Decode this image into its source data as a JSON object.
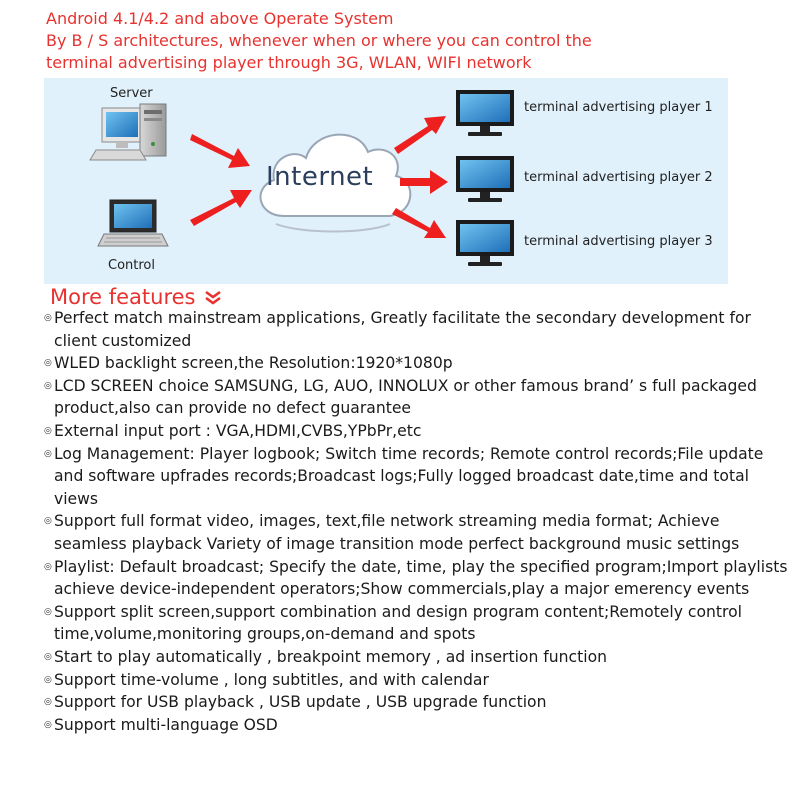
{
  "header": {
    "line1": "Android 4.1/4.2 and above Operate System",
    "line2": "By B / S architectures, whenever when or where you can control the",
    "line3": "terminal advertising player through 3G, WLAN, WIFI network"
  },
  "diagram": {
    "server_label": "Server",
    "control_label": "Control",
    "cloud_label": "Internet",
    "players": [
      "terminal advertising player 1",
      "terminal advertising player 2",
      "terminal advertising player 3"
    ],
    "colors": {
      "background": "#e0f1fb",
      "arrow": "#ee1f1f",
      "cloud_stroke": "#9aa6b6"
    }
  },
  "section_title": "More features",
  "bullet_symbol": "◎",
  "features": [
    "Perfect match mainstream applications, Greatly facilitate the secondary development for client customized",
    "WLED backlight screen,the Resolution:1920*1080p",
    "LCD SCREEN choice SAMSUNG, LG, AUO, INNOLUX or other famous brand’ s full packaged product,also can provide no defect guarantee",
    "External input port : VGA,HDMI,CVBS,YPbPr,etc",
    "Log Management: Player logbook; Switch time records; Remote control records;File update and software upfrades records;Broadcast logs;Fully logged broadcast date,time and total views",
    "Support full format video, images, text,file network streaming media format; Achieve seamless playback Variety of image transition mode perfect background music settings",
    "Playlist: Default broadcast; Specify the date, time, play the specified program;Import playlists achieve device-independent operators;Show commercials,play a major emerency events",
    "Support split screen,support combination and design program content;Remotely control time,volume,monitoring groups,on-demand and spots",
    "Start to play automatically , breakpoint memory , ad insertion function",
    "Support time-volume , long subtitles, and with calendar",
    "Support for USB playback , USB update , USB upgrade function",
    "Support multi-language OSD"
  ]
}
